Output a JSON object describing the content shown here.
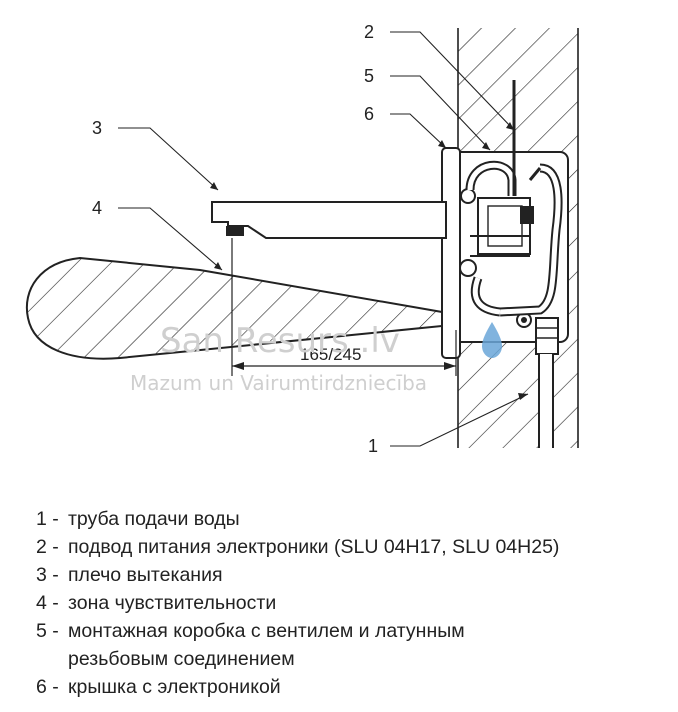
{
  "watermark": {
    "brand": "San Resurs .lv",
    "tagline": "Mazum un Vairumtirdzniecība"
  },
  "dimension_label": "165/245",
  "callouts": [
    "1",
    "2",
    "3",
    "4",
    "5",
    "6"
  ],
  "legend": [
    {
      "num": "1 -",
      "text": "труба подачи воды"
    },
    {
      "num": "2 -",
      "text": "подвод питания электроники (SLU 04H17, SLU 04H25)"
    },
    {
      "num": "3 -",
      "text": "плечо вытекания"
    },
    {
      "num": "4 -",
      "text": "зона чувствительности"
    },
    {
      "num": "5 -",
      "text": "монтажная коробка с вентилем и латунным"
    },
    {
      "num": "",
      "text": "резьбовым соединением"
    },
    {
      "num": "6 -",
      "text": "крышка с электроникой"
    }
  ]
}
